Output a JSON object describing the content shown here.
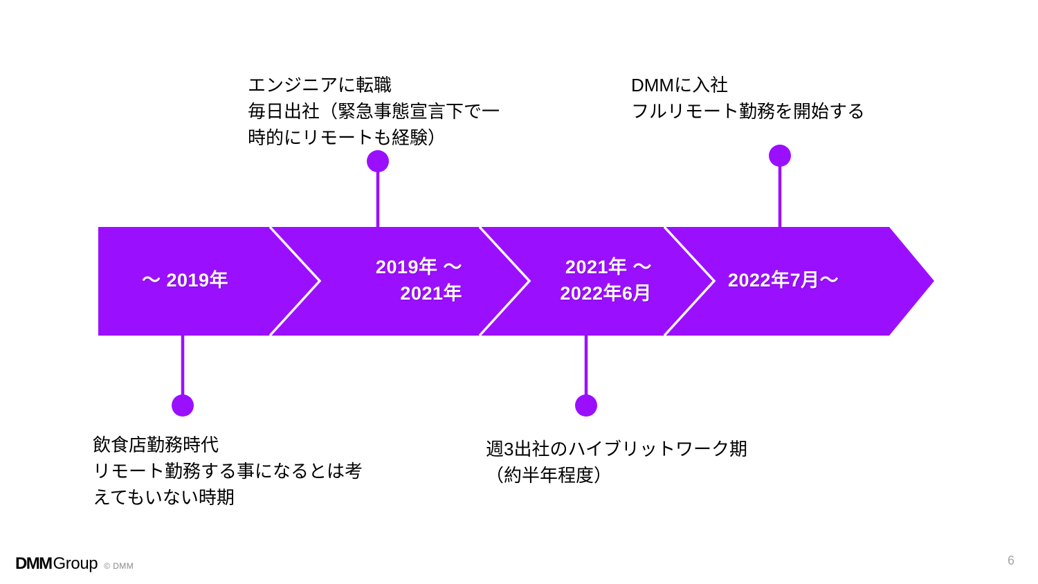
{
  "slide": {
    "page_number": "6",
    "background_color": "#ffffff",
    "accent_color": "#9b0fff"
  },
  "timeline": {
    "segments": [
      {
        "id": "seg-2019-before",
        "label": "〜 2019年"
      },
      {
        "id": "seg-2019-2021",
        "label": "2019年 〜\n2021年"
      },
      {
        "id": "seg-2021-2022-06",
        "label": "2021年 〜\n2022年6月"
      },
      {
        "id": "seg-2022-07-onward",
        "label": "2022年7月〜"
      }
    ]
  },
  "annotations": [
    {
      "id": "anno-engineer",
      "position": "top",
      "text": "エンジニアに転職\n毎日出社（緊急事態宣言下で一\n時的にリモートも経験）"
    },
    {
      "id": "anno-dmm-join",
      "position": "top",
      "text": "DMMに入社\nフルリモート勤務を開始する"
    },
    {
      "id": "anno-restaurant",
      "position": "bottom",
      "text": "飲食店勤務時代\nリモート勤務する事になるとは考\nえてもいない時期"
    },
    {
      "id": "anno-hybrid",
      "position": "bottom",
      "text": "週3出社のハイブリットワーク期\n（約半年程度）"
    }
  ],
  "footer": {
    "logo_bold": "DMM",
    "logo_regular": "Group",
    "copyright": "© DMM"
  }
}
